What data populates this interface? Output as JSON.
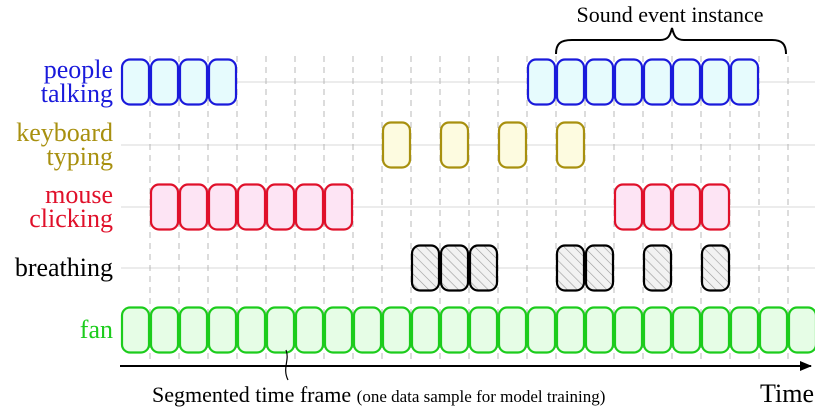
{
  "title": "Sound event instance",
  "axis": {
    "label": "Time",
    "caption_main": "Segmented time frame",
    "caption_note": "(one data sample for model training)"
  },
  "grid": {
    "frame_count": 24
  },
  "rows": [
    {
      "id": "people-talking",
      "lines": [
        "people",
        "talking"
      ],
      "color": "#1a1adb",
      "fill": "#e6fbfd",
      "hatched": false,
      "frames": [
        1,
        2,
        3,
        4,
        15,
        16,
        17,
        18,
        19,
        20,
        21,
        22
      ]
    },
    {
      "id": "keyboard-typing",
      "lines": [
        "keyboard",
        "typing"
      ],
      "color": "#a8900f",
      "fill": "#fdfbe0",
      "hatched": false,
      "frames": [
        10,
        12,
        14,
        16
      ]
    },
    {
      "id": "mouse-clicking",
      "lines": [
        "mouse",
        "clicking"
      ],
      "color": "#e0102a",
      "fill": "#fde4f4",
      "hatched": false,
      "frames": [
        2,
        3,
        4,
        5,
        6,
        7,
        8,
        18,
        19,
        20,
        21
      ]
    },
    {
      "id": "breathing",
      "lines": [
        "breathing"
      ],
      "color": "#000000",
      "fill": "#f2f2f2",
      "hatched": true,
      "frames": [
        11,
        12,
        13,
        16,
        17,
        19,
        21
      ]
    },
    {
      "id": "fan",
      "lines": [
        "fan"
      ],
      "color": "#1ccc1c",
      "fill": "#e6fde6",
      "hatched": false,
      "frames": [
        1,
        2,
        3,
        4,
        5,
        6,
        7,
        8,
        9,
        10,
        11,
        12,
        13,
        14,
        15,
        16,
        17,
        18,
        19,
        20,
        21,
        22,
        23,
        24
      ]
    }
  ]
}
